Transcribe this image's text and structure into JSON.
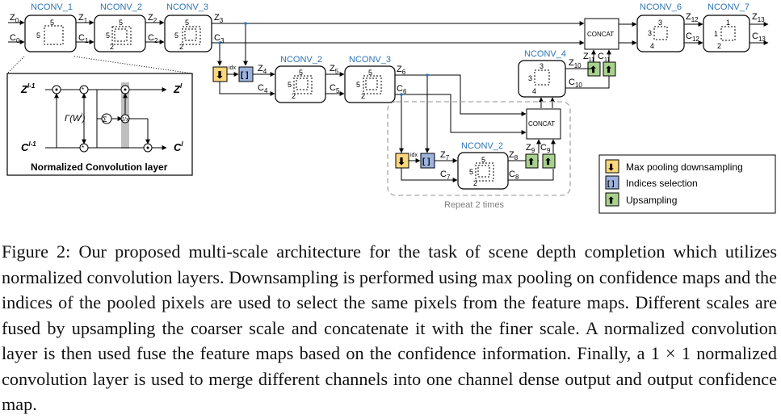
{
  "diagram": {
    "nodes": {
      "nconv1": "NCONV_1",
      "nconv2": "NCONV_2",
      "nconv3": "NCONV_3",
      "nconv2b": "NCONV_2",
      "nconv3b": "NCONV_3",
      "nconv2c": "NCONV_2",
      "nconv4": "NCONV_4",
      "nconv6": "NCONV_6",
      "nconv7": "NCONV_7",
      "concat": "CONCAT"
    },
    "kernels": {
      "k5": "5",
      "k3": "3",
      "k2": "2",
      "k4": "4",
      "k1": "1"
    },
    "signals": {
      "z": "Z",
      "c": "C",
      "s0": "0",
      "s1": "1",
      "s2": "2",
      "s3": "3",
      "s4": "4",
      "s5": "5",
      "s6": "6",
      "s7": "7",
      "s8": "8",
      "s9": "9",
      "s10": "10",
      "s11": "11",
      "s12": "12",
      "s13": "13"
    },
    "idx_label": "idx",
    "brackets": "[ ]",
    "repeat_label": "Repeat 2 times",
    "inset": {
      "title": "Normalized Convolution layer",
      "z_in": "Z",
      "z_in_sup": "l-1",
      "c_in": "C",
      "c_in_sup": "l-1",
      "z_out": "Z",
      "z_out_sup": "l",
      "c_out": "C",
      "c_out_sup": "l",
      "gamma": "Γ(W",
      "gamma_sup": "l",
      "gamma_close": ")",
      "sum": "Σ",
      "mult": "*",
      "recip": "1/x",
      "dot": "⊙"
    },
    "legend": [
      {
        "label": "Max pooling downsampling",
        "icon": "down-arrow-icon",
        "color": "#fdd77b"
      },
      {
        "label": "Indices selection",
        "icon": "brackets-icon",
        "color": "#9db3de"
      },
      {
        "label": "Upsampling",
        "icon": "up-arrow-icon",
        "color": "#a9d18e"
      }
    ],
    "colors": {
      "nconv_label": "#2e75b6",
      "pool": "#fdd77b",
      "index": "#9db3de",
      "upsample": "#a9d18e",
      "repeat_border": "#a6a6a6"
    }
  },
  "caption": {
    "text": "Figure 2: Our proposed multi-scale architecture for the task of scene depth completion which utilizes normalized convolution layers. Downsampling is performed using max pooling on confidence maps and the indices of the pooled pixels are used to select the same pixels from the feature maps. Different scales are fused by upsampling the coarser scale and concatenate it with the finer scale. A normalized convolution layer is then used fuse the feature maps based on the confidence information. Finally, a 1 × 1 normalized convolution layer is used to merge different channels into one channel dense output and output confidence map."
  }
}
